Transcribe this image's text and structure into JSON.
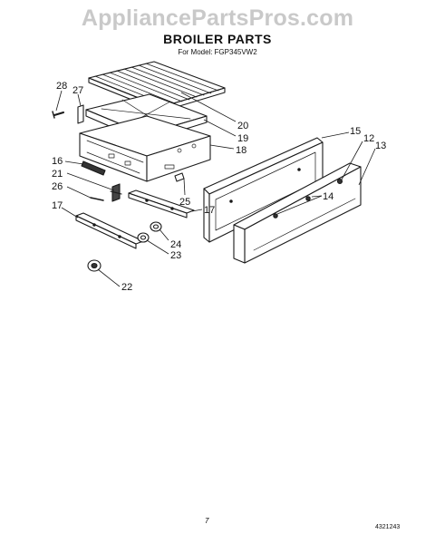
{
  "watermark": "AppliancePartsPros.com",
  "header": {
    "title": "BROILER PARTS",
    "for_model_label": "For Model:",
    "model": "FGP345VW2"
  },
  "parts": [
    "28",
    "27",
    "20",
    "19",
    "18",
    "16",
    "21",
    "26",
    "25",
    "17",
    "17",
    "24",
    "23",
    "22",
    "15",
    "12",
    "13",
    "14"
  ],
  "footer": {
    "page": "7",
    "doc_number": "4321243"
  }
}
